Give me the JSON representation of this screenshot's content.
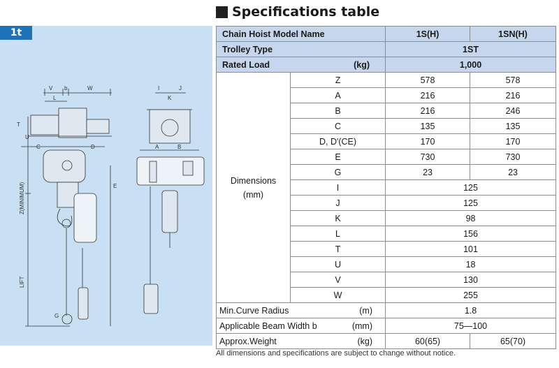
{
  "title": "Specifications table",
  "badge": "1t",
  "diagram": {
    "labels": {
      "v": "V",
      "b": "b",
      "w": "W",
      "l": "L",
      "t": "T",
      "u": "U",
      "c": "C",
      "d": "D",
      "a": "A",
      "b2": "B",
      "i": "I",
      "j": "J",
      "k": "K",
      "z": "Z(MINIMUM)",
      "e": "E",
      "lift": "LIFT",
      "g": "G"
    }
  },
  "table": {
    "header": {
      "model_label": "Chain Hoist Model Name",
      "model_1": "1S(H)",
      "model_2": "1SN(H)",
      "trolley_label": "Trolley Type",
      "trolley_value": "1ST",
      "load_label": "Rated Load",
      "load_unit": "(kg)",
      "load_value": "1,000"
    },
    "dimensions_label": "Dimensions",
    "dimensions_unit": "(mm)",
    "dims_two": [
      {
        "key": "Z",
        "v1": "578",
        "v2": "578"
      },
      {
        "key": "A",
        "v1": "216",
        "v2": "216"
      },
      {
        "key": "B",
        "v1": "216",
        "v2": "246"
      },
      {
        "key": "C",
        "v1": "135",
        "v2": "135"
      },
      {
        "key": "D, D'(CE)",
        "v1": "170",
        "v2": "170"
      },
      {
        "key": "E",
        "v1": "730",
        "v2": "730"
      },
      {
        "key": "G",
        "v1": "23",
        "v2": "23"
      }
    ],
    "dims_single": [
      {
        "key": "I",
        "v": "125"
      },
      {
        "key": "J",
        "v": "125"
      },
      {
        "key": "K",
        "v": "98"
      },
      {
        "key": "L",
        "v": "156"
      },
      {
        "key": "T",
        "v": "101"
      },
      {
        "key": "U",
        "v": "18"
      },
      {
        "key": "V",
        "v": "130"
      },
      {
        "key": "W",
        "v": "255"
      }
    ],
    "curve": {
      "label": "Min.Curve Radius",
      "unit": "(m)",
      "value": "1.8"
    },
    "beam": {
      "label": "Applicable Beam Width b",
      "unit": "(mm)",
      "value": "75―100"
    },
    "weight": {
      "label": "Approx.Weight",
      "unit": "(kg)",
      "v1": "60(65)",
      "v2": "65(70)"
    }
  },
  "footnote": "All dimensions and specifications are subject to change without notice.",
  "colors": {
    "header_bg": "#c6d6ec",
    "panel_bg": "#c9dff3",
    "badge_bg": "#1e73b8"
  }
}
